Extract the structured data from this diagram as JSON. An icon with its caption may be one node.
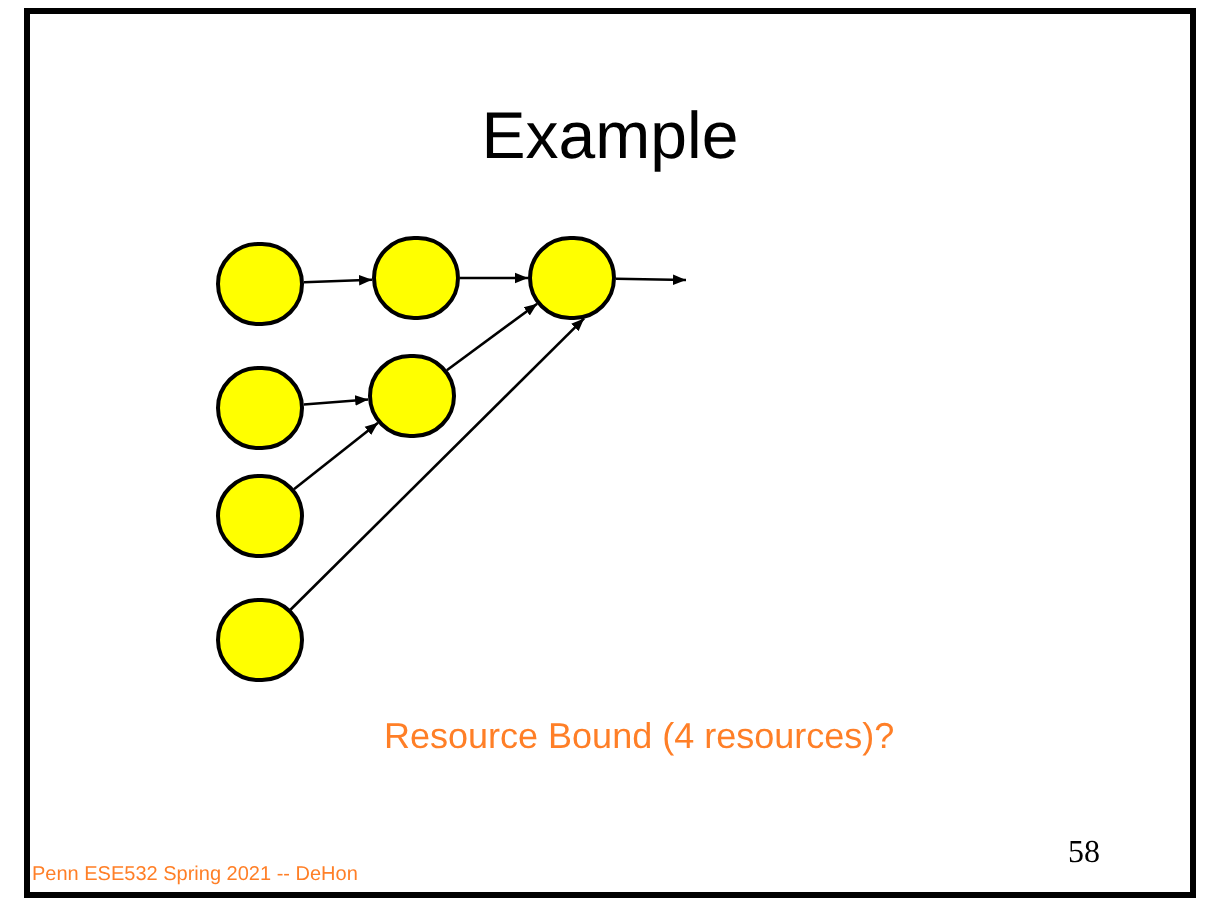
{
  "diagram": {
    "title": "Example",
    "nodes": [
      {
        "text": [],
        "shape": "circle"
      },
      {
        "text": [],
        "shape": "circle"
      },
      {
        "text": [],
        "shape": "circle"
      },
      {
        "text": [],
        "shape": "circle"
      },
      {
        "text": [],
        "shape": "circle"
      },
      {
        "text": [],
        "shape": "circle"
      },
      {
        "text": [],
        "shape": "circle"
      }
    ],
    "edges": [
      {
        "from": 0,
        "to": 1,
        "arrow": "to"
      },
      {
        "from": 1,
        "to": 2,
        "arrow": "to"
      },
      {
        "from": 2,
        "to": null,
        "arrow": "to"
      },
      {
        "from": 3,
        "to": 4,
        "arrow": "to"
      },
      {
        "from": 4,
        "to": 2,
        "arrow": "to"
      },
      {
        "from": 5,
        "to": 4,
        "arrow": "to"
      },
      {
        "from": 6,
        "to": 2,
        "arrow": "to"
      }
    ],
    "labels": [
      "Resource Bound (4 resources)?",
      "58",
      "Penn ESE532 Spring 2021 -- DeHon"
    ]
  }
}
